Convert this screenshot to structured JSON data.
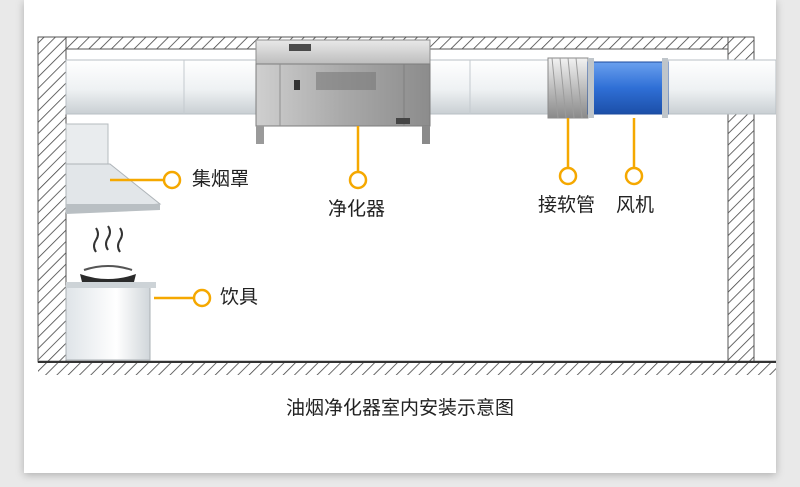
{
  "labels": {
    "hood": "集烟罩",
    "purifier": "净化器",
    "flex_connector": "接软管",
    "fan": "风机",
    "stove": "饮具"
  },
  "caption": "油烟净化器室内安装示意图",
  "colors": {
    "callout": "#f5a800",
    "fan": "#2f6fd6",
    "wall_hatch": "#555555",
    "duct": "#f0f3f5"
  }
}
